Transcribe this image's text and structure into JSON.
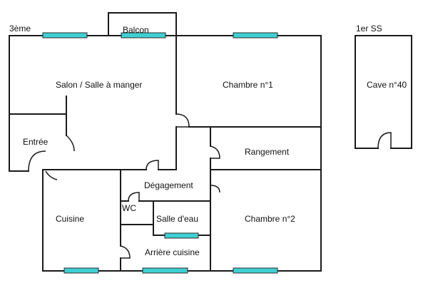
{
  "floor_labels": {
    "main": "3ème",
    "basement": "1er SS"
  },
  "rooms": {
    "balcon": "Balcon",
    "salon": "Salon / Salle à manger",
    "chambre1": "Chambre n°1",
    "cave": "Cave n°40",
    "entree": "Entrée",
    "rangement": "Rangement",
    "degagement": "Dégagement",
    "wc": "WC",
    "cuisine": "Cuisine",
    "salle_eau": "Salle d'eau",
    "chambre2": "Chambre n°2",
    "arriere_cuisine": "Arrière cuisine"
  },
  "colors": {
    "window": "#3fd0d4",
    "wall": "#1a1a1a",
    "background": "#ffffff"
  }
}
